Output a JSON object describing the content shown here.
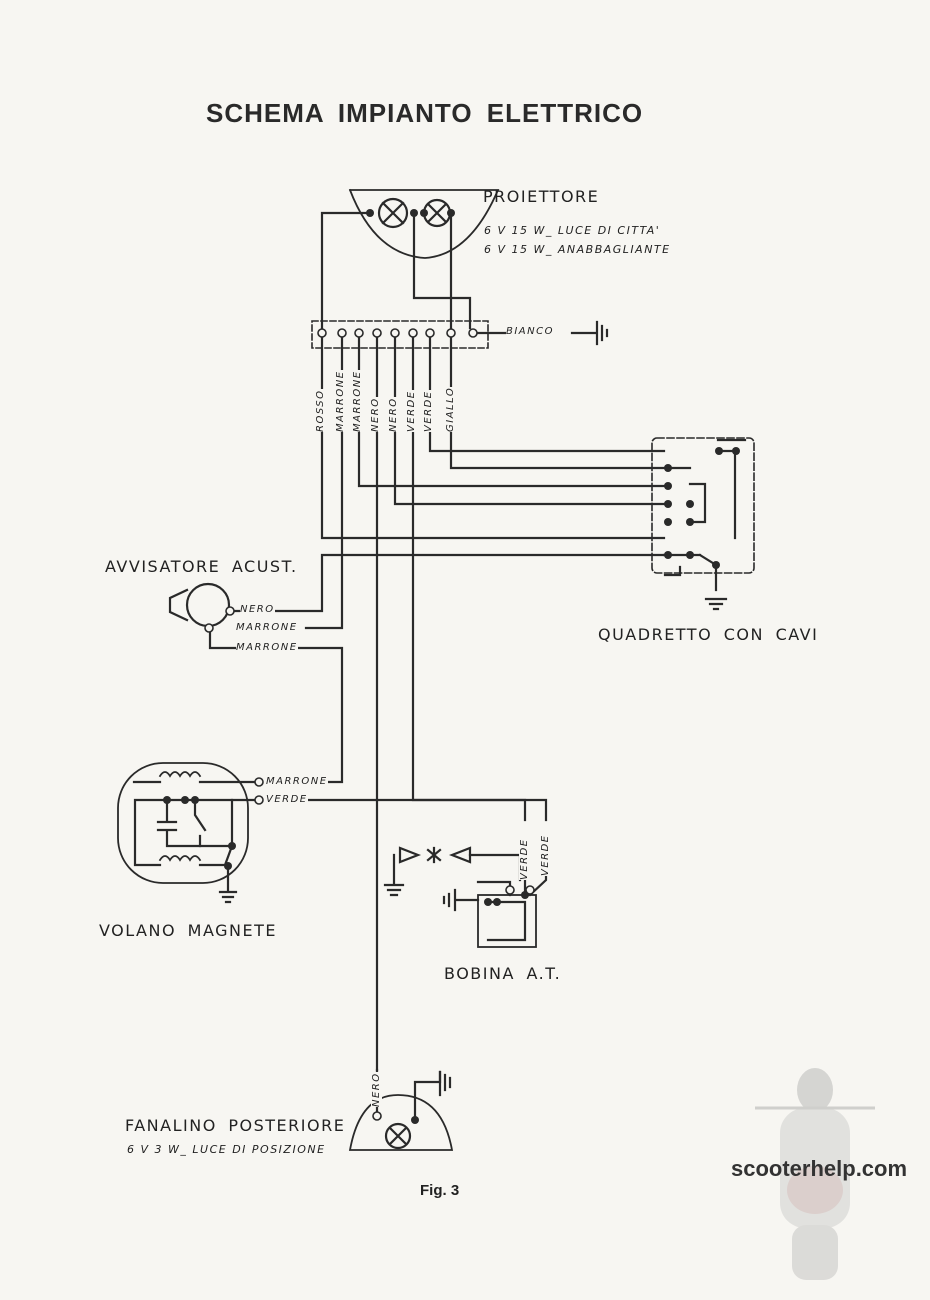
{
  "title": "SCHEMA IMPIANTO ELETTRICO",
  "components": {
    "proiettore": {
      "name": "PROIETTORE",
      "spec1": "6 V 15 W_ LUCE DI CITTA'",
      "spec2": "6 V 15 W_ ANABBAGLIANTE"
    },
    "avvisatore": {
      "name": "AVVISATORE ACUST."
    },
    "quadretto": {
      "name": "QUADRETTO CON CAVI"
    },
    "volano": {
      "name": "VOLANO MAGNETE"
    },
    "bobina": {
      "name": "BOBINA A.T."
    },
    "fanalino": {
      "name": "FANALINO POSTERIORE",
      "spec": "6 V 3 W_ LUCE DI POSIZIONE"
    }
  },
  "wires": {
    "bianco": "BIANCO",
    "rosso": "ROSSO",
    "marrone": "MARRONE",
    "nero": "NERO",
    "verde": "VERDE",
    "giallo": "GIALLO"
  },
  "figure_label": "Fig. 3",
  "watermark": "scooterhelp.com",
  "colors": {
    "ink": "#2a2a2a",
    "paper": "#f7f6f2"
  }
}
